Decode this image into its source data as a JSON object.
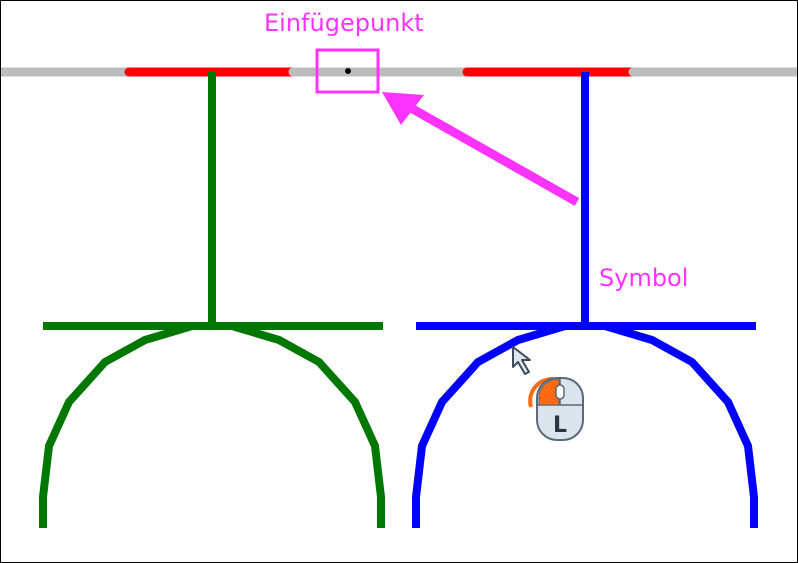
{
  "labels": {
    "insertion_point": "Einfügepunkt",
    "symbol": "Symbol"
  },
  "mouse": {
    "button_letter": "L"
  },
  "colors": {
    "annotation": "#ff33ff",
    "rail": "#bdbdbd",
    "rail_highlight": "#ff0000",
    "reference_symbol": "#007700",
    "placed_symbol": "#0000ff",
    "mouse_button": "#ff6a13"
  },
  "icons": [
    "mouse-left-click-icon",
    "cursor-arrow-icon",
    "insertion-point-icon"
  ]
}
